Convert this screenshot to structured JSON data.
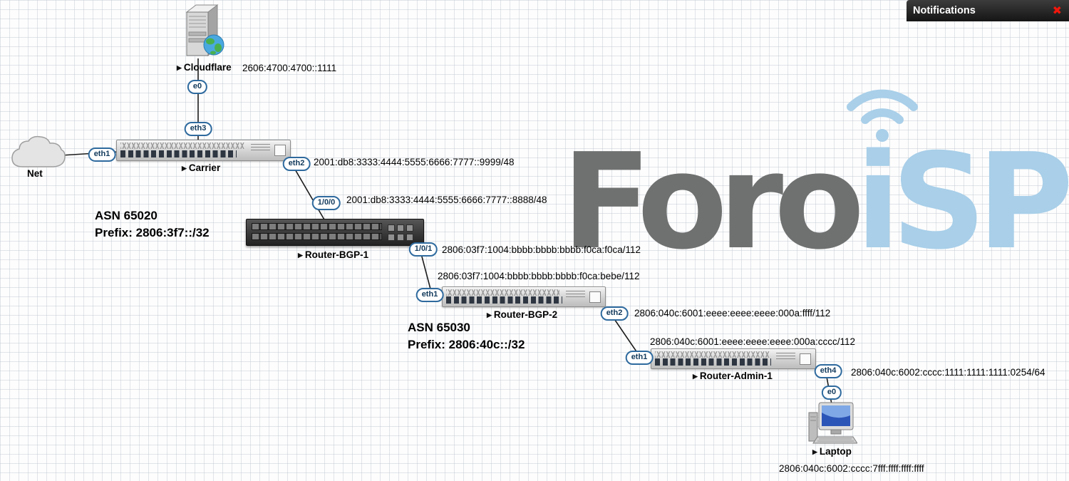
{
  "notifications": {
    "title": "Notifications",
    "close_icon": "✖"
  },
  "watermark": {
    "gray": "Foro",
    "blue": "iSP"
  },
  "annotations": {
    "asn_65020": {
      "line1": "ASN 65020",
      "line2": "Prefix: 2806:3f7::/32"
    },
    "asn_65030": {
      "line1": "ASN 65030",
      "line2": "Prefix: 2806:40c::/32"
    }
  },
  "devices": {
    "cloudflare": {
      "status_icon": "▶",
      "name": "Cloudflare",
      "ip": "2606:4700:4700::1111"
    },
    "net": {
      "name": "Net"
    },
    "carrier": {
      "status_icon": "▶",
      "name": "Carrier"
    },
    "router_bgp_1": {
      "status_icon": "▶",
      "name": "Router-BGP-1"
    },
    "router_bgp_2": {
      "status_icon": "▶",
      "name": "Router-BGP-2"
    },
    "router_admin_1": {
      "status_icon": "▶",
      "name": "Router-Admin-1"
    },
    "laptop": {
      "status_icon": "▶",
      "name": "Laptop",
      "ip": "2806:040c:6002:cccc:7fff:ffff:ffff:ffff"
    }
  },
  "ports": {
    "cloudflare_e0": "e0",
    "carrier_eth1": "eth1",
    "carrier_eth2": "eth2",
    "carrier_eth3": "eth3",
    "bgp1_1_0_0": "1/0/0",
    "bgp1_1_0_1": "1/0/1",
    "bgp2_eth1": "eth1",
    "bgp2_eth2": "eth2",
    "admin1_eth1": "eth1",
    "admin1_eth4": "eth4",
    "laptop_e0": "e0"
  },
  "link_labels": {
    "carrier_eth2_ip": "2001:db8:3333:4444:5555:6666:7777::9999/48",
    "bgp1_1_0_0_ip": "2001:db8:3333:4444:5555:6666:7777::8888/48",
    "bgp1_1_0_1_ip": "2806:03f7:1004:bbbb:bbbb:bbbb:f0ca:f0ca/112",
    "bgp2_eth1_ip": "2806:03f7:1004:bbbb:bbbb:bbbb:f0ca:bebe/112",
    "bgp2_eth2_ip": "2806:040c:6001:eeee:eeee:eeee:000a:ffff/112",
    "admin1_eth1_ip": "2806:040c:6001:eeee:eeee:eeee:000a:cccc/112",
    "admin1_eth4_ip": "2806:040c:6002:cccc:1111:1111:1111:0254/64"
  },
  "colors": {
    "badge_border": "#2e6a9e",
    "badge_text": "#123a5c",
    "logo_gray": "#6f7070",
    "logo_blue": "#a9cfe9",
    "notif_close": "#f2170c"
  }
}
